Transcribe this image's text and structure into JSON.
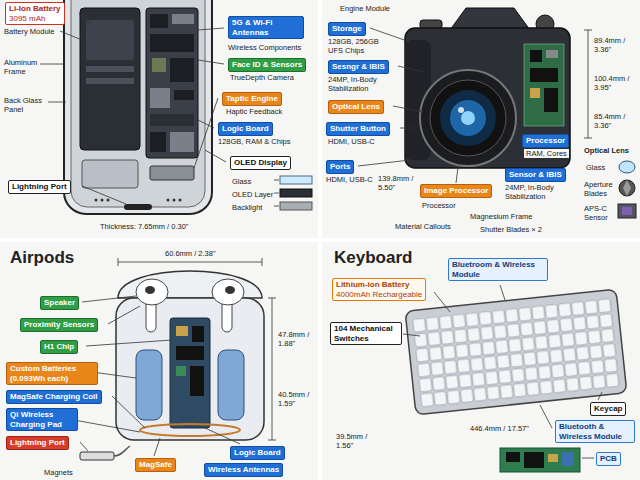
{
  "diagram": {
    "nodes": [
      {
        "text": [
          "Li-Ion Battery",
          "3095 mAh"
        ]
      },
      {
        "text": [
          "5G & Wi-Fi Antennas"
        ]
      },
      {
        "text": [
          "Face ID & Sensors"
        ]
      },
      {
        "text": [
          "Taptic Engine"
        ]
      },
      {
        "text": [
          "Logic Board"
        ]
      },
      {
        "text": [
          "Lightning Port"
        ]
      },
      {
        "text": [
          "OLED Display"
        ]
      },
      {
        "text": [
          "Storage"
        ]
      },
      {
        "text": [
          "Sesngr & IBIS"
        ]
      },
      {
        "text": [
          "Optical Lens"
        ]
      },
      {
        "text": [
          "Shutter Button"
        ]
      },
      {
        "text": [
          "Ports"
        ]
      },
      {
        "text": [
          "Image Processor"
        ]
      },
      {
        "text": [
          "Processor"
        ]
      },
      {
        "text": [
          "Sensor & IBIS"
        ]
      },
      {
        "text": [
          "Speaker"
        ]
      },
      {
        "text": [
          "Proximity Sensors"
        ]
      },
      {
        "text": [
          "H1 Chip"
        ]
      },
      {
        "text": [
          "Custom Batteries (0.093Wh each)"
        ]
      },
      {
        "text": [
          "MagSafe Charging Coil"
        ]
      },
      {
        "text": [
          "Qi Wireless Charging Pad"
        ]
      },
      {
        "text": [
          "Lightning Port"
        ]
      },
      {
        "text": [
          "MagSafe"
        ]
      },
      {
        "text": [
          "Logic Board"
        ]
      },
      {
        "text": [
          "Wireless Antennas"
        ]
      },
      {
        "text": [
          "Lithium-ion Battery",
          "4000mAh Rechargeable"
        ]
      },
      {
        "text": [
          "Bluetroom & Wireless Module"
        ]
      },
      {
        "text": [
          "104 Mechanical Switches"
        ]
      },
      {
        "text": [
          "Keycap"
        ]
      },
      {
        "text": [
          "Bluetooth & Wireless Module"
        ]
      },
      {
        "text": [
          "PCB"
        ]
      }
    ],
    "labels": [
      "Battery Module",
      "Aluminum Frame",
      "Back Glass Panel",
      "Wireless Components",
      "TrueDepth Camera",
      "Haptic Feedback",
      "128GB, RAM & Chips",
      "Glass",
      "OLED Layer",
      "Backlight",
      "Thickness: 7.65mm / 0.30\"",
      "Engine Module",
      "128GB, 256GB UFS Chips",
      "24MP, In-Body Stabilization",
      "HDMI, USB-C",
      "HDMI, USB-C",
      "139.8mm / 5.50\"",
      "Processor",
      "Material Callouts",
      "Magnesium Frame",
      "Shutter Blades × 2",
      "RAM, Cores",
      "24MP, In-Body Stabilization",
      "89.4mm / 3.36\"",
      "100.4mm / 3.95\"",
      "85.4mm / 3.36\"",
      "Optical Lens",
      "Glass",
      "Aperture Blades",
      "APS-C Sensor",
      "Airpods",
      "60.6mm / 2.38\"",
      "47.8mm / 1.88\"",
      "40.5mm / 1.59\"",
      "Magnets",
      "Keyboard",
      "446.4mm / 17.57\"",
      "39.5mm / 1.56\""
    ]
  }
}
